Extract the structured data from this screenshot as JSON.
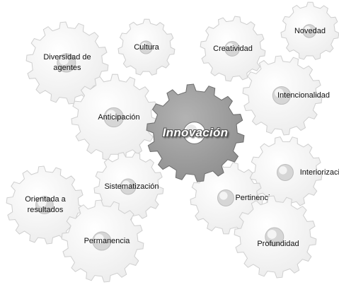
{
  "center": {
    "label": "Innovación"
  },
  "gears": [
    {
      "id": "novedad",
      "label": "Novedad"
    },
    {
      "id": "creatividad",
      "label": "Creatividad"
    },
    {
      "id": "cultura",
      "label": "Cultura"
    },
    {
      "id": "diversidad",
      "label": "Diversidad de\nagentes"
    },
    {
      "id": "intencionalidad",
      "label": "Intencionalidad"
    },
    {
      "id": "anticipacion",
      "label": "Anticipación"
    },
    {
      "id": "interiorizacion",
      "label": "Interiorización"
    },
    {
      "id": "sistematizacion",
      "label": "Sistematización"
    },
    {
      "id": "pertinencia",
      "label": "Pertinencia"
    },
    {
      "id": "orientada",
      "label": "Orientada a\nresultados"
    },
    {
      "id": "permanencia",
      "label": "Permanencia"
    },
    {
      "id": "profundidad",
      "label": "Profundidad"
    }
  ],
  "colors": {
    "gear_fill": "#ffffff",
    "gear_stroke": "#cfcfcf",
    "center_fill": "#8f8f8f",
    "hub": "#d6d6d6"
  }
}
